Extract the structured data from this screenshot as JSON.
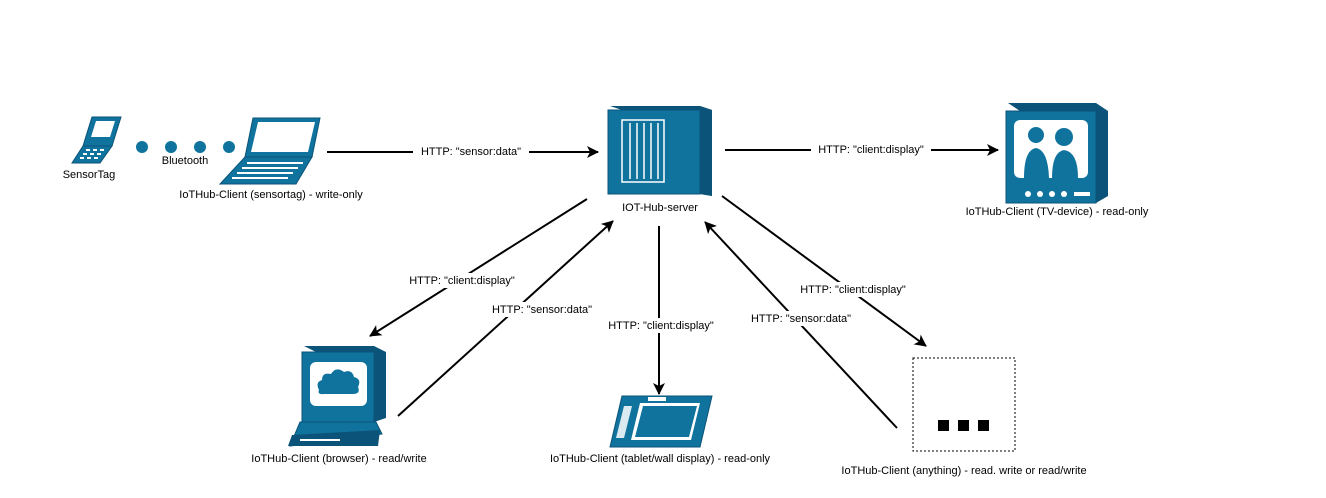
{
  "colors": {
    "device_fill": "#10739E",
    "device_dark": "#0B5378",
    "screen_light": "#FFFFFF",
    "edge": "#000000"
  },
  "nodes": {
    "sensortag": {
      "label": "SensorTag",
      "icon": "handheld-device-icon"
    },
    "bluetooth": {
      "label": "Bluetooth",
      "icon": "bluetooth-dots-icon"
    },
    "sensortag_client": {
      "label": "IoTHub-Client (sensortag) - write-only",
      "icon": "laptop-icon"
    },
    "server": {
      "label": "IOT-Hub-server",
      "icon": "server-icon"
    },
    "tv_client": {
      "label": "IoTHub-Client (TV-device) - read-only",
      "icon": "tv-icon"
    },
    "browser_client": {
      "label": "IoTHub-Client (browser) - read/write",
      "icon": "desktop-computer-icon"
    },
    "tablet_client": {
      "label": "IoTHub-Client (tablet/wall display) - read-only",
      "icon": "tablet-icon"
    },
    "anything_client": {
      "label": "IoTHub-Client (anything) - read. write or read/write",
      "icon": "ellipsis-icon",
      "symbol": "..."
    }
  },
  "edges": {
    "laptop_to_server": {
      "label": "HTTP: \"sensor:data\""
    },
    "server_to_tv": {
      "label": "HTTP: \"client:display\""
    },
    "server_to_browser": {
      "label": "HTTP: \"client:display\""
    },
    "browser_to_server": {
      "label": "HTTP: \"sensor:data\""
    },
    "server_to_tablet": {
      "label": "HTTP: \"client:display\""
    },
    "anything_to_server": {
      "label": "HTTP: \"sensor:data\""
    },
    "server_to_anything": {
      "label": "HTTP: \"client:display\""
    }
  }
}
